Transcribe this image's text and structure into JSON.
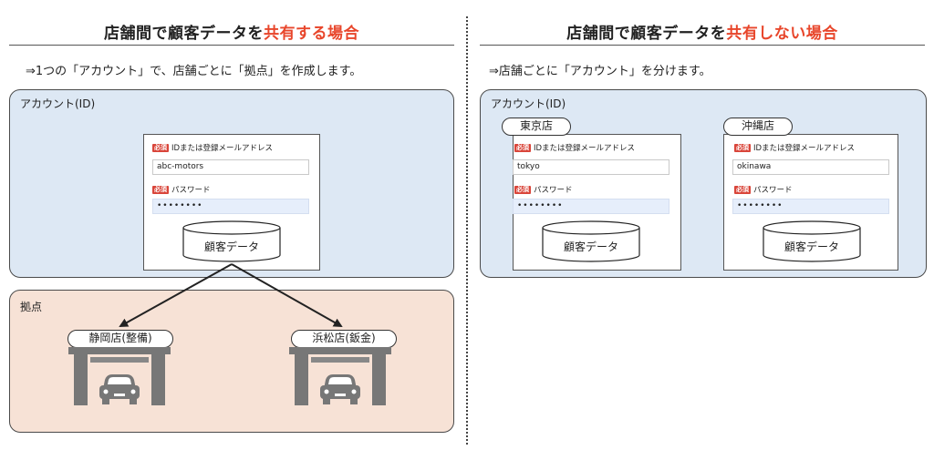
{
  "left": {
    "heading_pre": "店舗間で顧客データを",
    "heading_hl": "共有する場合",
    "description": "⇒1つの「アカウント」で、店舗ごとに「拠点」を作成します。",
    "account_label": "アカウント(ID)",
    "form": {
      "id_label": "IDまたは登録メールアドレス",
      "id_value": "abc-motors",
      "pw_label": "パスワード",
      "pw_value": "••••••••",
      "db_label": "顧客データ"
    },
    "base_label": "拠点",
    "stores": [
      "静岡店(整備)",
      "浜松店(鈑金)"
    ]
  },
  "right": {
    "heading_pre": "店舗間で顧客データを",
    "heading_hl": "共有しない場合",
    "description": "⇒店舗ごとに「アカウント」を分けます。",
    "account_label": "アカウント(ID)",
    "accounts": [
      {
        "store": "東京店",
        "id_label": "IDまたは登録メールアドレス",
        "id_value": "tokyo",
        "pw_label": "パスワード",
        "pw_value": "••••••••",
        "db_label": "顧客データ"
      },
      {
        "store": "沖縄店",
        "id_label": "IDまたは登録メールアドレス",
        "id_value": "okinawa",
        "pw_label": "パスワード",
        "pw_value": "••••••••",
        "db_label": "顧客データ"
      }
    ]
  },
  "required_badge": "必須",
  "colors": {
    "highlight": "#e8462b",
    "account_bg": "#dde8f4",
    "base_bg": "#f7e2d6",
    "required": "#d9453a",
    "garage": "#777777"
  }
}
